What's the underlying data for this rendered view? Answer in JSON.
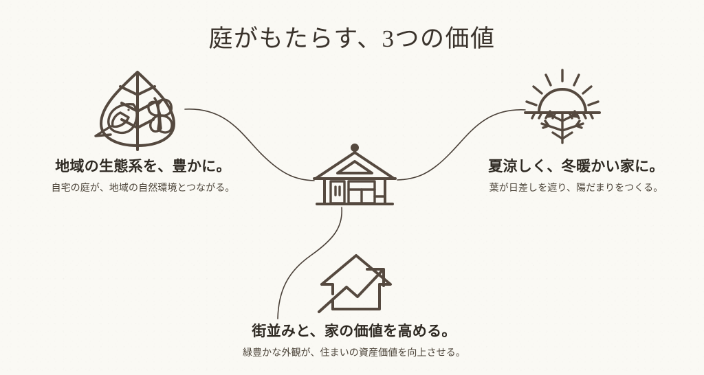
{
  "page": {
    "title": "庭がもたらす、3つの価値",
    "background_color": "#faf9f4",
    "ink_color": "#3a332c",
    "stroke_color": "#55493f"
  },
  "blocks": [
    {
      "id": "ecosystem",
      "icon": "leaf-bird-butterfly-icon",
      "headline": "地域の生態系を、豊かに。",
      "subline": "自宅の庭が、地域の自然環境とつながる。"
    },
    {
      "id": "comfort",
      "icon": "sun-snowflake-icon",
      "headline": "夏涼しく、冬暖かい家に。",
      "subline": "葉が日差しを遮り、陽だまりをつくる。"
    },
    {
      "id": "value",
      "icon": "house-growth-arrow-icon",
      "headline": "街並みと、家の価値を高める。",
      "subline": "緑豊かな外観が、住まいの資産価値を向上させる。"
    }
  ],
  "center": {
    "icon": "japanese-house-icon"
  }
}
